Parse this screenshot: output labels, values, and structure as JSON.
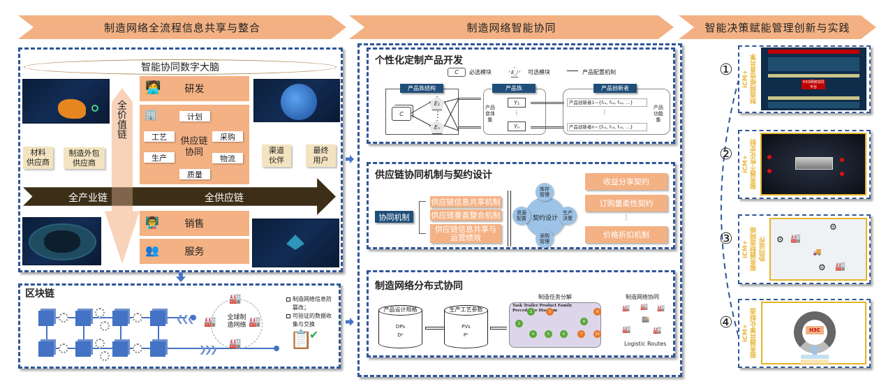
{
  "banners": {
    "left": "制造网络全流程信息共享与整合",
    "middle": "制造网络智能协同",
    "right": "智能决策赋能管理创新与实践"
  },
  "left_panel": {
    "cloud_title": "智能协同数字大脑",
    "value_chain_label": "全价值链",
    "rnd": "研发",
    "supply_chain_center": "供应链\n协同",
    "supply_chain_items": [
      "计划",
      "工艺",
      "采购",
      "生产",
      "物流",
      "质量"
    ],
    "sales": "销售",
    "service": "服务",
    "upstream": [
      "材料\n供应商",
      "制造外包\n供应商"
    ],
    "downstream": [
      "渠道\n伙伴",
      "最终\n用户"
    ],
    "arrow_left_label": "全产业链",
    "arrow_right_label": "全供应链"
  },
  "blockchain": {
    "title": "区块链",
    "network_label": "全球制\n造网络",
    "bullets": [
      "制造网络信息防篡改；",
      "可验证的数据收集与交换"
    ]
  },
  "custom_product": {
    "title": "个性化定制产品开发",
    "legend": [
      "必选模块",
      "可选模块",
      "产品配置机制"
    ],
    "legend_symbols": [
      "C",
      "E_i"
    ],
    "structure_label": "产品族结构",
    "family_label": "产品族",
    "innovator_label": "产品创新者",
    "variant_set_label": "产品\n变体\n集",
    "function_set_label": "产品\n功能\n集",
    "variants": [
      "Y₁",
      "⋮",
      "Yₙ"
    ],
    "innovator_rows": [
      "产品创新者1~{f₁₁, f₁₂, f₁₃, …}",
      "⋮",
      "产品创新者n~{fₙ₁, fₙ₂, fₙ₃, …}"
    ],
    "modules": [
      "C",
      "E₁",
      "Eₙ"
    ]
  },
  "supply_contract": {
    "title": "供应链协同机制与契约设计",
    "mechanism_label": "协同机制",
    "mechanisms": [
      "供应链信息共享机制",
      "供应链垂直整合机制",
      "供应链信息共享与运营绩效"
    ],
    "contract_center": "契约设计",
    "satellites": [
      "库存\n管理",
      "生产\n决策",
      "采购\n管理",
      "资源\n配置"
    ],
    "contracts": [
      "收益分享契约",
      "订购量柔性契约",
      "⋮",
      "价格折扣机制"
    ]
  },
  "distributed": {
    "title": "制造网络分布式协同",
    "db1_label": "产品设计规格",
    "db1_content": "DPs\nDᵖ",
    "db2_label": "生产工艺参数",
    "db2_content": "PVs\nPᵛ",
    "task_label": "制造任务分解",
    "task_diagram_title": "Task Trailer Product Family\nPrecedence Diagram",
    "task_nodes": [
      "1",
      "2",
      "3",
      "4",
      "5",
      "6",
      "7",
      "8",
      "9",
      "10"
    ],
    "network_label": "制造网络协同",
    "logistic_label": "Logistic Routes"
  },
  "cases": [
    {
      "num": "①",
      "side": "iCM+\n制造网络信息共享",
      "title": "H3O网络协同平台"
    },
    {
      "num": "②",
      "side": "iCM+\n服务器个性化定制"
    },
    {
      "num": "③",
      "side": "iCM+\n服务器制造网络\n协同运作"
    },
    {
      "num": "④",
      "side": "iCM+\n服务器共享化制造",
      "badge": "H3C"
    }
  ],
  "colors": {
    "banner": "#f3b183",
    "frame": "#2f5597",
    "salmon": "#f4b183",
    "navy": "#1f4e79",
    "chain_arrow": "#3d2f17",
    "cube": "#4472c4",
    "gold": "#e6b325"
  }
}
